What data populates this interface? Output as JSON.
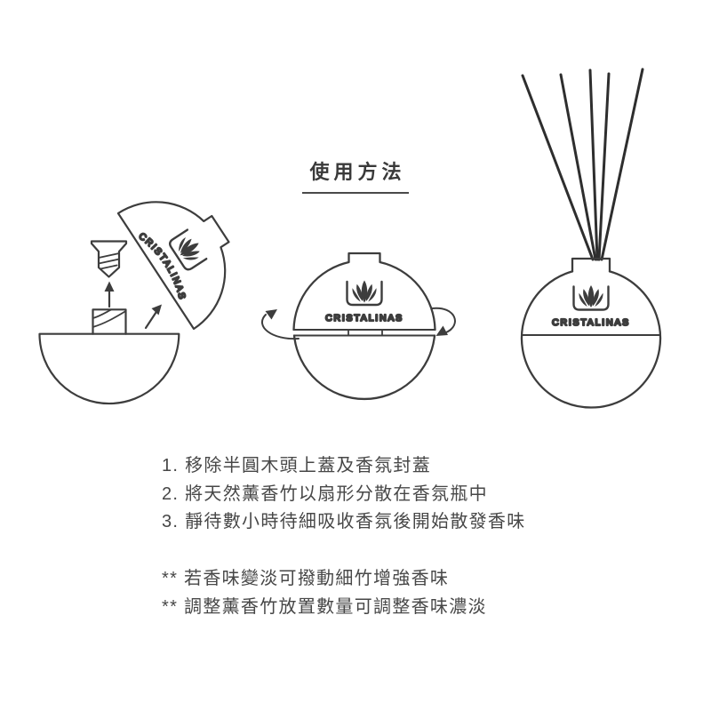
{
  "title": "使用方法",
  "brand": "CRISTALINAS",
  "steps": [
    "1. 移除半圓木頭上蓋及香氛封蓋",
    "2. 將天然薰香竹以扇形分散在香氛瓶中",
    "3. 靜待數小時待細吸收香氛後開始散發香味"
  ],
  "notes": [
    "** 若香味變淡可撥動細竹增強香味",
    "** 調整薰香竹放置數量可調整香味濃淡"
  ],
  "colors": {
    "line": "#3d3d3d",
    "reed": "#2e2e2e",
    "text": "#474747",
    "title": "#3a3a3a",
    "underline": "#4a4a4a",
    "background": "#ffffff"
  },
  "icons": {
    "logo": "lotus-logo-icon",
    "up_arrow": "up-arrow-icon",
    "diagonal_arrow": "diagonal-arrow-icon",
    "rotate_left": "rotate-ccw-arrow-icon",
    "rotate_right": "rotate-cw-arrow-icon"
  }
}
